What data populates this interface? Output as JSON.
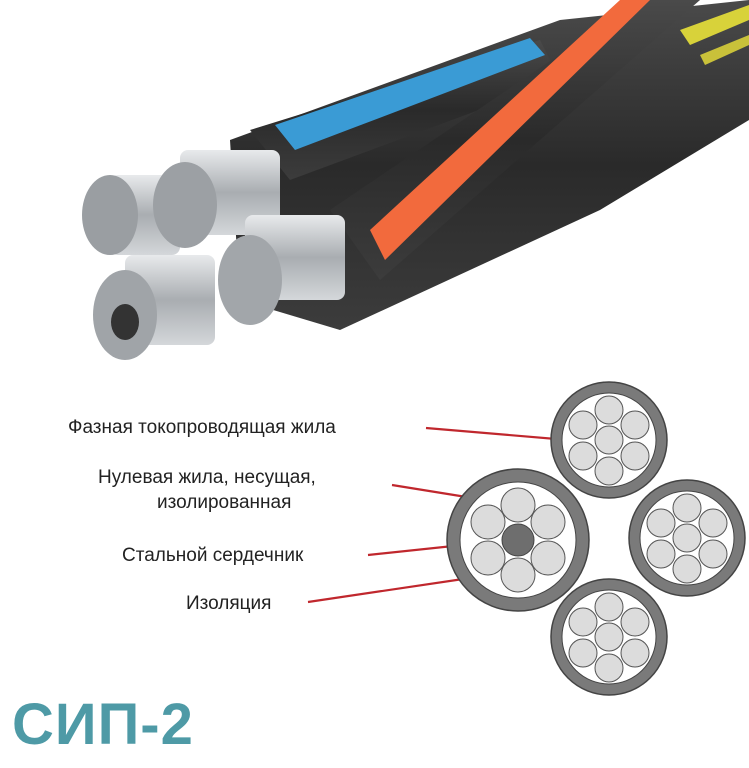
{
  "title": "СИП-2",
  "labels": {
    "phase_conductor": "Фазная токопроводящая жила",
    "neutral_line1": "Нулевая жила, несущая,",
    "neutral_line2": "изолированная",
    "steel_core": "Стальной сердечник",
    "insulation": "Изоляция"
  },
  "colors": {
    "title": "#4e9aa6",
    "leader_line": "#c0272d",
    "insulation_ring": "#7a7a7a",
    "strand_fill": "#dcdcdc",
    "steel_core": "#6e6e6e",
    "cable_jacket": "#2e2e2e",
    "stripe_blue": "#3a9bd5",
    "stripe_orange": "#f26a3d",
    "aluminum": "#b8bcc0"
  }
}
